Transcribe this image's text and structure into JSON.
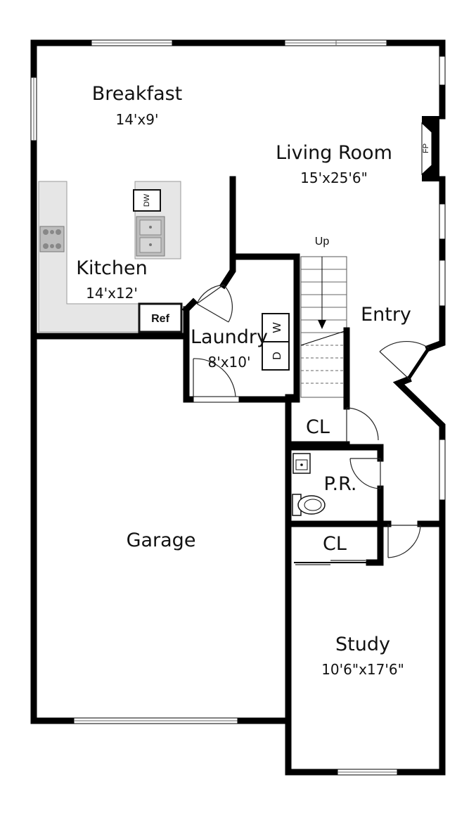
{
  "colors": {
    "wall": "#000000",
    "counter": "#e6e6e6",
    "appliance": "#bdbdbd",
    "background": "#ffffff"
  },
  "rooms": [
    {
      "id": "breakfast",
      "name": "Breakfast",
      "dims": "14'x9'"
    },
    {
      "id": "living-room",
      "name": "Living Room",
      "dims": "15'x25'6\""
    },
    {
      "id": "kitchen",
      "name": "Kitchen",
      "dims": "14'x12'"
    },
    {
      "id": "laundry",
      "name": "Laundry",
      "dims": "8'x10'"
    },
    {
      "id": "entry",
      "name": "Entry",
      "dims": ""
    },
    {
      "id": "closet-upper",
      "name": "CL",
      "dims": ""
    },
    {
      "id": "powder-room",
      "name": "P.R.",
      "dims": ""
    },
    {
      "id": "closet-lower",
      "name": "CL",
      "dims": ""
    },
    {
      "id": "garage",
      "name": "Garage",
      "dims": ""
    },
    {
      "id": "study",
      "name": "Study",
      "dims": "10'6\"x17'6\""
    }
  ],
  "fixtures": {
    "dishwasher": "DW",
    "refrigerator": "Ref",
    "washer": "W",
    "dryer": "D",
    "fireplace": "FP",
    "stairs": "Up"
  }
}
